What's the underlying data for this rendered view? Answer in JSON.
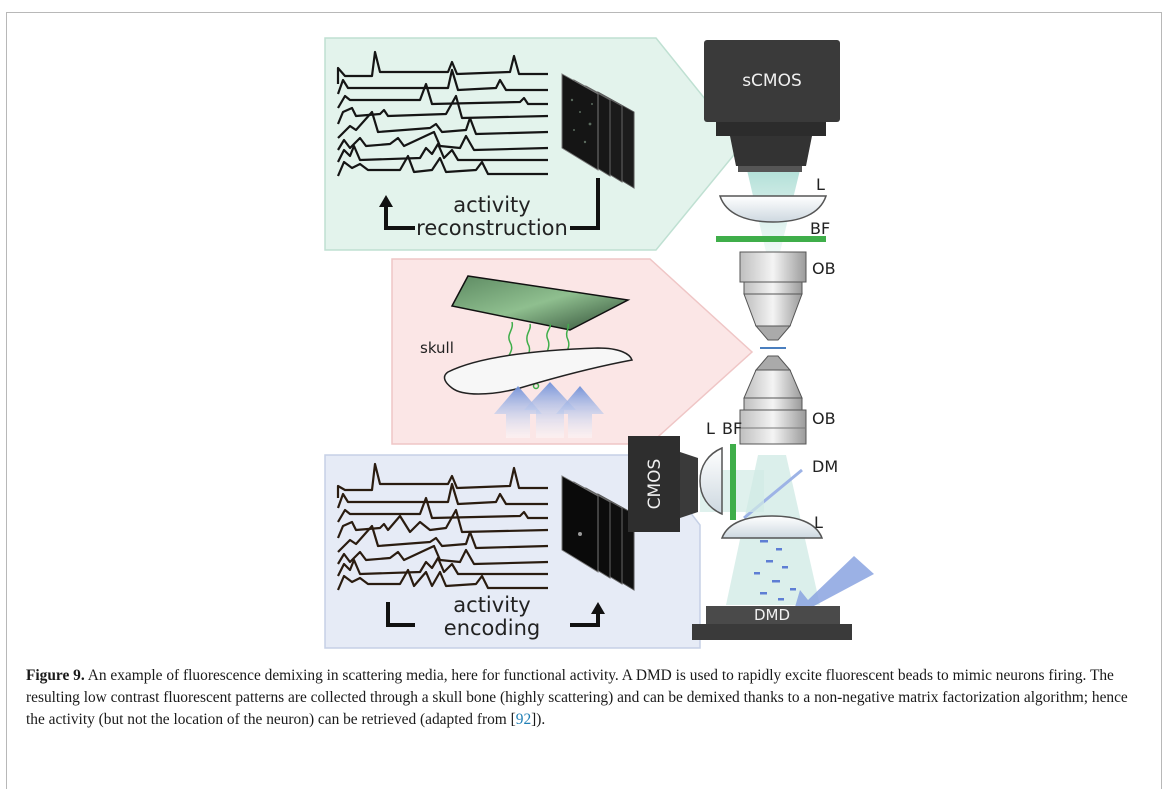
{
  "figure": {
    "labels": {
      "scmos": "sCMOS",
      "cmos": "CMOS",
      "dmd": "DMD",
      "lens_top": "L",
      "bf_top": "BF",
      "ob_top": "OB",
      "ob_bottom": "OB",
      "lens_side": "L",
      "bf_side": "BF",
      "dm": "DM",
      "lens_bottom": "L",
      "skull": "skull",
      "reconstruction_line1": "activity",
      "reconstruction_line2": "reconstruction",
      "encoding_line1": "activity",
      "encoding_line2": "encoding"
    },
    "colors": {
      "reconstruction_panel": "#e3f3ec",
      "skull_panel": "#fbe6e6",
      "encoding_panel": "#e6ebf6",
      "filter_green": "#3fae4a",
      "arrow_blue": "#7d97d8",
      "beam_teal": "#bfe3df"
    }
  },
  "caption": {
    "label": "Figure 9.",
    "text_before_cite": " An example of fluorescence demixing in scattering media, here for functional activity. A DMD is used to rapidly excite fluorescent beads to mimic neurons firing. The resulting low contrast fluorescent patterns are collected through a skull bone (highly scattering) and can be demixed thanks to a non-negative matrix factorization algorithm; hence the activity (but not the location of the neuron) can be retrieved (adapted from [",
    "cite": "92",
    "text_after_cite": "])."
  }
}
